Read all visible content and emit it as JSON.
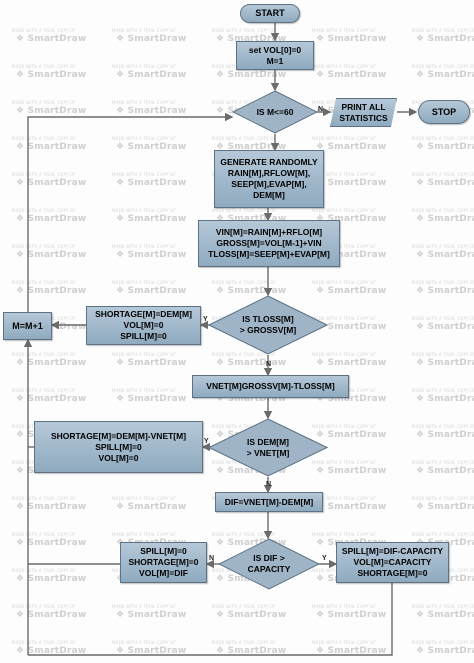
{
  "watermark": {
    "brand": "SmartDraw",
    "small": "MADE WITH A TRIAL COPY OF"
  },
  "nodes": {
    "start": "START",
    "init": "set VOL[0]=0\nM=1",
    "cond_m": "IS M<=60",
    "print": "PRINT ALL\nSTATISTICS",
    "stop": "STOP",
    "generate": "GENERATE RANDOMLY\nRAIN[M],RFLOW[M],\nSEEP[M],EVAP[M],\nDEM[M]",
    "compute": "VIN[M]=RAIN[M]+RFLO[M]\nGROSS[M]=VOL[M-1]+VIN\nTLOSS[M]=SEEP[M]+EVAP[M]",
    "cond_tloss": "IS TLOSS[M]\n> GROSSV[M]",
    "shortage1": "SHORTAGE[M]=DEM[M]\nVOL[M]=0\nSPILL[M]=0",
    "increment": "M=M+1",
    "vnet": "VNET[M]GROSSV[M]-TLOSS[M]",
    "cond_dem": "IS DEM[M]\n> VNET[M]",
    "shortage2": "SHORTAGE[M]=DEM[M]-VNET[M]\nSPILL[M]=0\nVOL[M]=0",
    "dif": "DIF=VNET[M]-DEM[M]",
    "cond_dif": "IS DIF >\nCAPACITY",
    "spill0": "SPILL[M]=0\nSHORTAGE[M]=0\nVOL[M]=DIF",
    "spillcap": "SPILL[M]=DIF-CAPACITY\nVOL[M]=CAPACITY\nSHORTAGE[M]=0"
  },
  "edge_labels": {
    "n": "N",
    "y": "Y"
  },
  "colors": {
    "node_fill_top": "#b5c8d8",
    "node_fill_bottom": "#8faabf",
    "line": "#6b6b6b"
  }
}
